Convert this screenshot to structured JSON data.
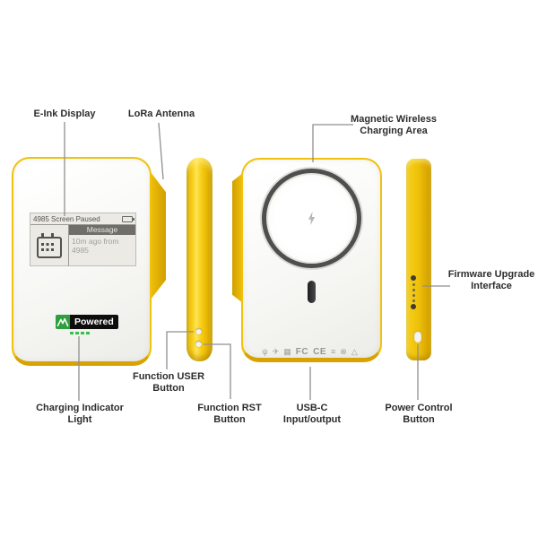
{
  "callouts": {
    "e_ink": {
      "label": "E-Ink Display"
    },
    "lora": {
      "label": "LoRa Antenna"
    },
    "magnetic": {
      "line1": "Magnetic Wireless",
      "line2": "Charging Area"
    },
    "firmware": {
      "line1": "Firmware Upgrade",
      "line2": "Interface"
    },
    "charging": {
      "line1": "Charging Indicator",
      "line2": "Light"
    },
    "user": {
      "line1": "Function USER",
      "line2": "Button"
    },
    "rst": {
      "line1": "Function RST",
      "line2": "Button"
    },
    "usbc": {
      "line1": "USB-C",
      "line2": "Input/output"
    },
    "power": {
      "line1": "Power Control",
      "line2": "Button"
    }
  },
  "eink_screen": {
    "status_bar": "4985 Screen Paused",
    "message_header": "Message",
    "message_body": "10m ago from 4985"
  },
  "badge": {
    "text": "Powered"
  },
  "cert_icons": [
    {
      "name": "qi-icon",
      "glyph": "ψ"
    },
    {
      "name": "airplane-icon",
      "glyph": "✈"
    },
    {
      "name": "weee-bin-icon",
      "glyph": "▦"
    },
    {
      "name": "fcc-icon",
      "glyph": "FC"
    },
    {
      "name": "ce-icon",
      "glyph": "CE"
    },
    {
      "name": "battery-directive-icon",
      "glyph": "≡"
    },
    {
      "name": "rohs-icon",
      "glyph": "⊗"
    },
    {
      "name": "recycle-icon",
      "glyph": "△"
    }
  ],
  "colors": {
    "body_yellow": "#f2c40e",
    "yellow_edge_dark": "#d8a302",
    "led_green": "#35c24a",
    "badge_green": "#2e9e3e",
    "badge_black": "#0d0d0d",
    "leader_line": "#8f8f8f",
    "label_text": "#2d2d2d",
    "eink_bg": "#eceae5"
  }
}
